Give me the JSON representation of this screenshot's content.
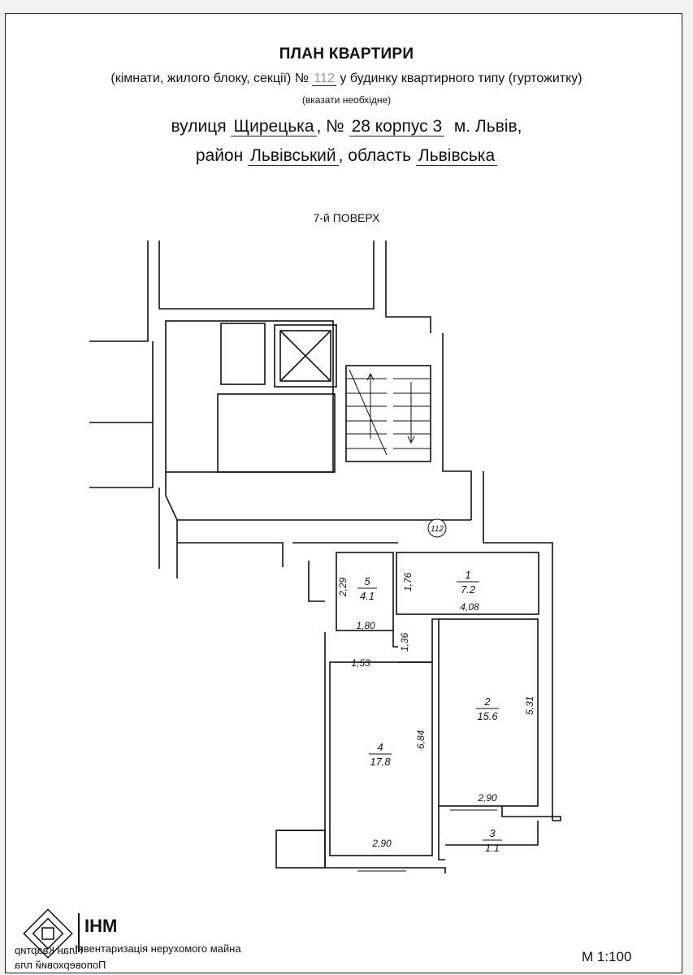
{
  "header": {
    "title": "ПЛАН КВАРТИРИ",
    "sub_prefix": "(кімнати, жилого блоку, секції) №",
    "number": "112",
    "sub_suffix": "у будинку квартирного типу (гуртожитку)",
    "hint": "(вказати необхідне)"
  },
  "address": {
    "street_prefix": "вулиця",
    "street": "Щирецька",
    "no_prefix": ", №",
    "building": "28 корпус 3",
    "city": "м. Львів,",
    "district_prefix": "район",
    "district": "Львівський",
    "region_prefix": ", область",
    "region": "Львівська"
  },
  "floor_label": "7-й ПОВЕРХ",
  "plan": {
    "apartment_marker": "112",
    "rooms": [
      {
        "num": "1",
        "area": "7.2"
      },
      {
        "num": "2",
        "area": "15.6"
      },
      {
        "num": "3",
        "area": "1.1"
      },
      {
        "num": "4",
        "area": "17.8"
      },
      {
        "num": "5",
        "area": "4.1"
      }
    ],
    "dims": {
      "d_229": "2,29",
      "d_176": "1,76",
      "d_408": "4,08",
      "d_180": "1,80",
      "d_136": "1,36",
      "d_153": "1,53",
      "d_684": "6,84",
      "d_531": "5,31",
      "d_290_a": "2,90",
      "d_290_b": "2,90"
    }
  },
  "footer": {
    "brand": "ІНМ",
    "org": "Інвентаризація нерухомого майна",
    "mirror_1": "План Квартир",
    "mirror_2": "Поповерховий пла",
    "scale": "М 1:100"
  }
}
